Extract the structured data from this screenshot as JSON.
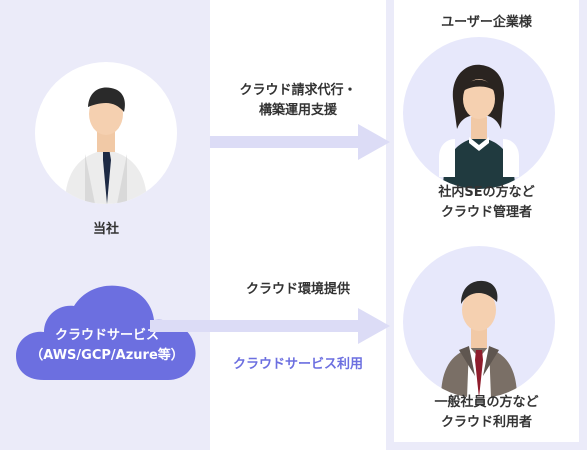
{
  "right_panel": {
    "title": "ユーザー企業様"
  },
  "company": {
    "label": "当社"
  },
  "cloud": {
    "line1": "クラウドサービス",
    "line2": "（AWS/GCP/Azure等）"
  },
  "flows": {
    "top": {
      "line1": "クラウド請求代行・",
      "line2": "構築運用支援"
    },
    "bottom": {
      "main": "クラウド環境提供",
      "sub": "クラウドサービス利用"
    }
  },
  "users": [
    {
      "line1": "社内SEの方など",
      "line2": "クラウド管理者"
    },
    {
      "line1": "一般社員の方など",
      "line2": "クラウド利用者"
    }
  ],
  "colors": {
    "panel_bg": "#ebebf9",
    "arrow": "#dcdcf6",
    "cloud": "#6c6fe0",
    "accent_text": "#6c6fe0"
  }
}
